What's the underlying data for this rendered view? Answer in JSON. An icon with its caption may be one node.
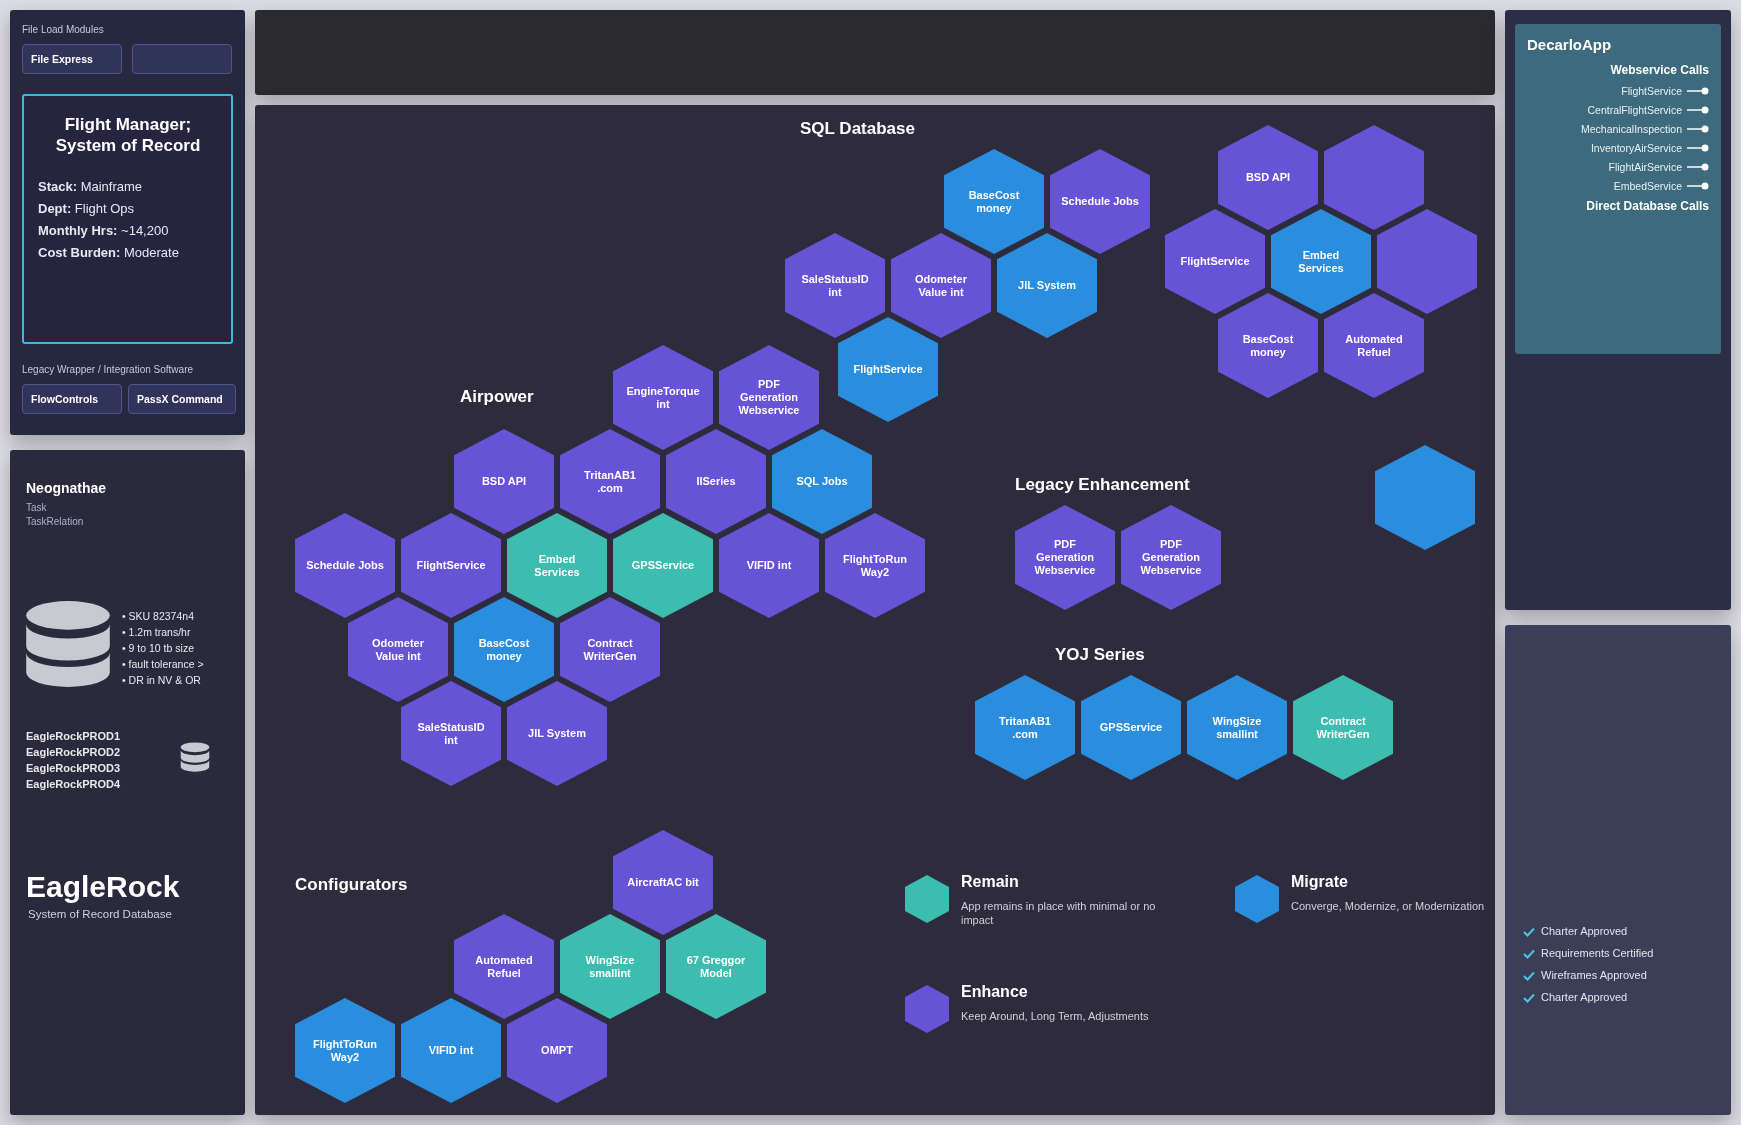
{
  "diagram": {
    "nodes": [
      {
        "text": [
          "File Express"
        ]
      },
      {
        "text": [],
        "shape": "box"
      },
      {
        "text": [
          "Flight Manager; System of Record",
          "**Stack:** Mainframe",
          "**Dept:** Flight Ops",
          "**Monthly Hrs:** ~14,200",
          "**Cost Burden:** Moderate"
        ]
      },
      {
        "text": [
          "FlowControls"
        ]
      },
      {
        "text": [
          "PassX Command"
        ]
      },
      {
        "text": [
          "DecarloApp",
          "Webservice Calls",
          "FlightService",
          "CentralFlightService",
          "MechanicalInspection",
          "InventoryAirService",
          "FlightAirService",
          "EmbedService",
          "Direct Database Calls"
        ]
      },
      {
        "text": [
          "BaseCost money"
        ]
      },
      {
        "text": [
          "Schedule Jobs"
        ]
      },
      {
        "text": [
          "SaleStatusID int"
        ]
      },
      {
        "text": [
          "Odometer Value int"
        ]
      },
      {
        "text": [
          "JIL System"
        ]
      },
      {
        "text": [
          "FlightService"
        ]
      },
      {
        "text": [
          "BSD API"
        ]
      },
      {
        "text": [],
        "shape": "hexagon"
      },
      {
        "text": [
          "FlightService"
        ]
      },
      {
        "text": [
          "Embed Services"
        ]
      },
      {
        "text": [],
        "shape": "hexagon"
      },
      {
        "text": [
          "BaseCost money"
        ]
      },
      {
        "text": [
          "Automated Refuel"
        ]
      },
      {
        "text": [
          "EngineTorque int"
        ]
      },
      {
        "text": [
          "PDF Generation Webservice"
        ]
      },
      {
        "text": [
          "BSD API"
        ]
      },
      {
        "text": [
          "TritanAB1 .com"
        ]
      },
      {
        "text": [
          "IISeries"
        ]
      },
      {
        "text": [
          "SQL Jobs"
        ]
      },
      {
        "text": [
          "Schedule Jobs"
        ]
      },
      {
        "text": [
          "FlightService"
        ]
      },
      {
        "text": [
          "Embed Services"
        ]
      },
      {
        "text": [
          "GPSService"
        ]
      },
      {
        "text": [
          "VIFID int"
        ]
      },
      {
        "text": [
          "FlightToRun Way2"
        ]
      },
      {
        "text": [
          "Odometer Value int"
        ]
      },
      {
        "text": [
          "BaseCost money"
        ]
      },
      {
        "text": [
          "Contract WriterGen"
        ]
      },
      {
        "text": [
          "SaleStatusID int"
        ]
      },
      {
        "text": [
          "JIL System"
        ]
      },
      {
        "text": [
          "PDF Generation Webservice"
        ]
      },
      {
        "text": [
          "PDF Generation Webservice"
        ]
      },
      {
        "text": [],
        "shape": "hexagon"
      },
      {
        "text": [
          "TritanAB1 .com"
        ]
      },
      {
        "text": [
          "GPSService"
        ]
      },
      {
        "text": [
          "WingSize smallint"
        ]
      },
      {
        "text": [
          "Contract WriterGen"
        ]
      },
      {
        "text": [
          "AircraftAC bit"
        ]
      },
      {
        "text": [
          "Automated Refuel"
        ]
      },
      {
        "text": [
          "WingSize smallint"
        ]
      },
      {
        "text": [
          "67 Greggor Model"
        ]
      },
      {
        "text": [
          "FlightToRun Way2"
        ]
      },
      {
        "text": [
          "VIFID int"
        ]
      },
      {
        "text": [
          "OMPT"
        ]
      }
    ],
    "labels": [
      "File Load Modules",
      "Legacy Wrapper / Integration Software",
      "SQL Database",
      "Airpower",
      "Legacy Enhancement",
      "YOJ Series",
      "App remains in place with minimal or no impact",
      "Converge, Modernize, or Modernization",
      "Configurators",
      "Keep Around, Long Term, Adjustments",
      "Neognathae",
      "Task",
      "TaskRelation",
      "• SKU 82374n4",
      "• 1.2m trans/hr",
      "• 9 to 10 tb size",
      "• fault tolerance >",
      "• DR in NV & OR",
      "EagleRockPROD1",
      "EagleRockPROD2",
      "EagleRockPROD3",
      "EagleRockPROD4",
      "EagleRock",
      "System of Record Database",
      "Charter Approved",
      "Requirements Certified",
      "Wireframes Approved",
      "Charter Approved"
    ],
    "legend": [
      {
        "text": "Remain",
        "color": "#3dbdaf"
      },
      {
        "text": "Migrate",
        "color": "#2a8ddd"
      },
      {
        "text": "Enhance",
        "color": "#6653d6"
      }
    ]
  }
}
